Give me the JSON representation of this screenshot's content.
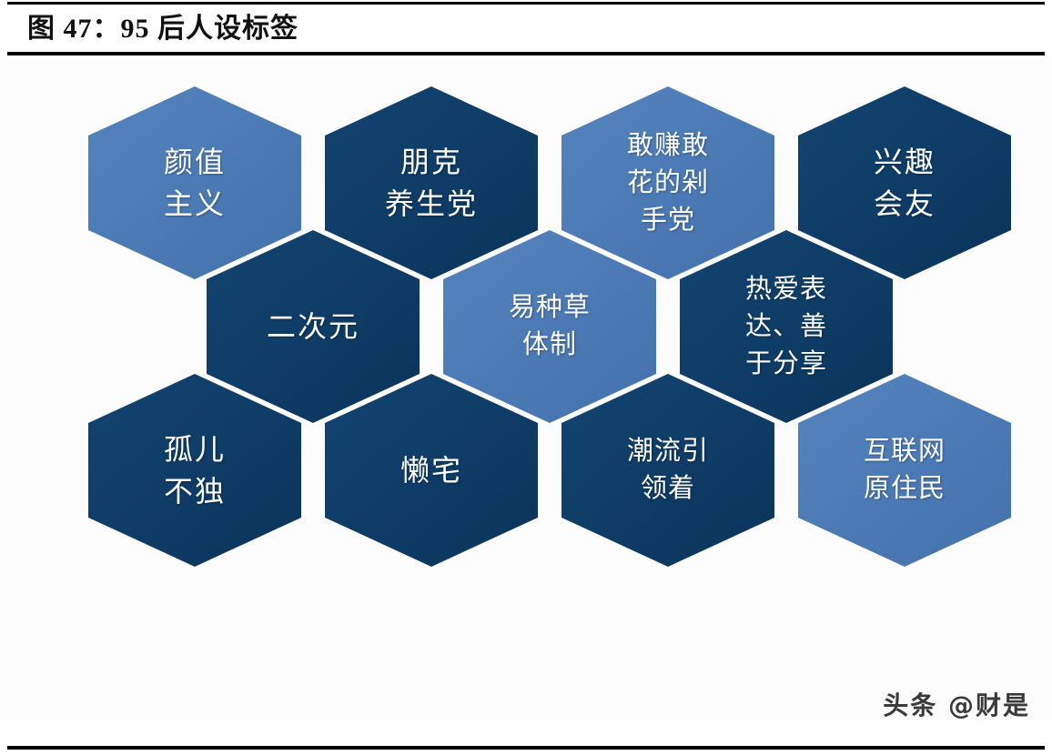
{
  "figure": {
    "title": "图 47：95 后人设标签",
    "colors": {
      "light_blue": "#4a79b4",
      "dark_navy": "#0e3c66",
      "text": "#ffffff",
      "rule": "#000000",
      "background": "#ffffff"
    }
  },
  "hexagons": [
    {
      "id": "hex-yanzhi-zhuyi",
      "label": "颜值\n主义",
      "tone": "light",
      "row": 1,
      "col": 1
    },
    {
      "id": "hex-pengke-yangsheng",
      "label": "朋克\n养生党",
      "tone": "dark",
      "row": 1,
      "col": 2
    },
    {
      "id": "hex-ganzhuan-ganhua",
      "label": "敢赚敢\n花的剁\n手党",
      "tone": "light",
      "row": 1,
      "col": 3
    },
    {
      "id": "hex-xingqu-huiyou",
      "label": "兴趣\n会友",
      "tone": "dark",
      "row": 1,
      "col": 4
    },
    {
      "id": "hex-erciyuan",
      "label": "二次元",
      "tone": "dark",
      "row": 2,
      "col": 1
    },
    {
      "id": "hex-yizhongcao-tizhi",
      "label": "易种草\n体制",
      "tone": "light",
      "row": 2,
      "col": 2
    },
    {
      "id": "hex-reai-biaoda",
      "label": "热爱表\n达、善\n于分享",
      "tone": "dark",
      "row": 2,
      "col": 3
    },
    {
      "id": "hex-guer-budu",
      "label": "孤儿\n不独",
      "tone": "dark",
      "row": 3,
      "col": 1
    },
    {
      "id": "hex-lanzhai",
      "label": "懒宅",
      "tone": "dark",
      "row": 3,
      "col": 2
    },
    {
      "id": "hex-chaoliu-yinlingzhe",
      "label": "潮流引\n领着",
      "tone": "dark",
      "row": 3,
      "col": 3
    },
    {
      "id": "hex-hulianwang",
      "label": "互联网\n原住民",
      "tone": "light",
      "row": 3,
      "col": 4
    }
  ],
  "watermark": {
    "text": "头条 @财是"
  }
}
